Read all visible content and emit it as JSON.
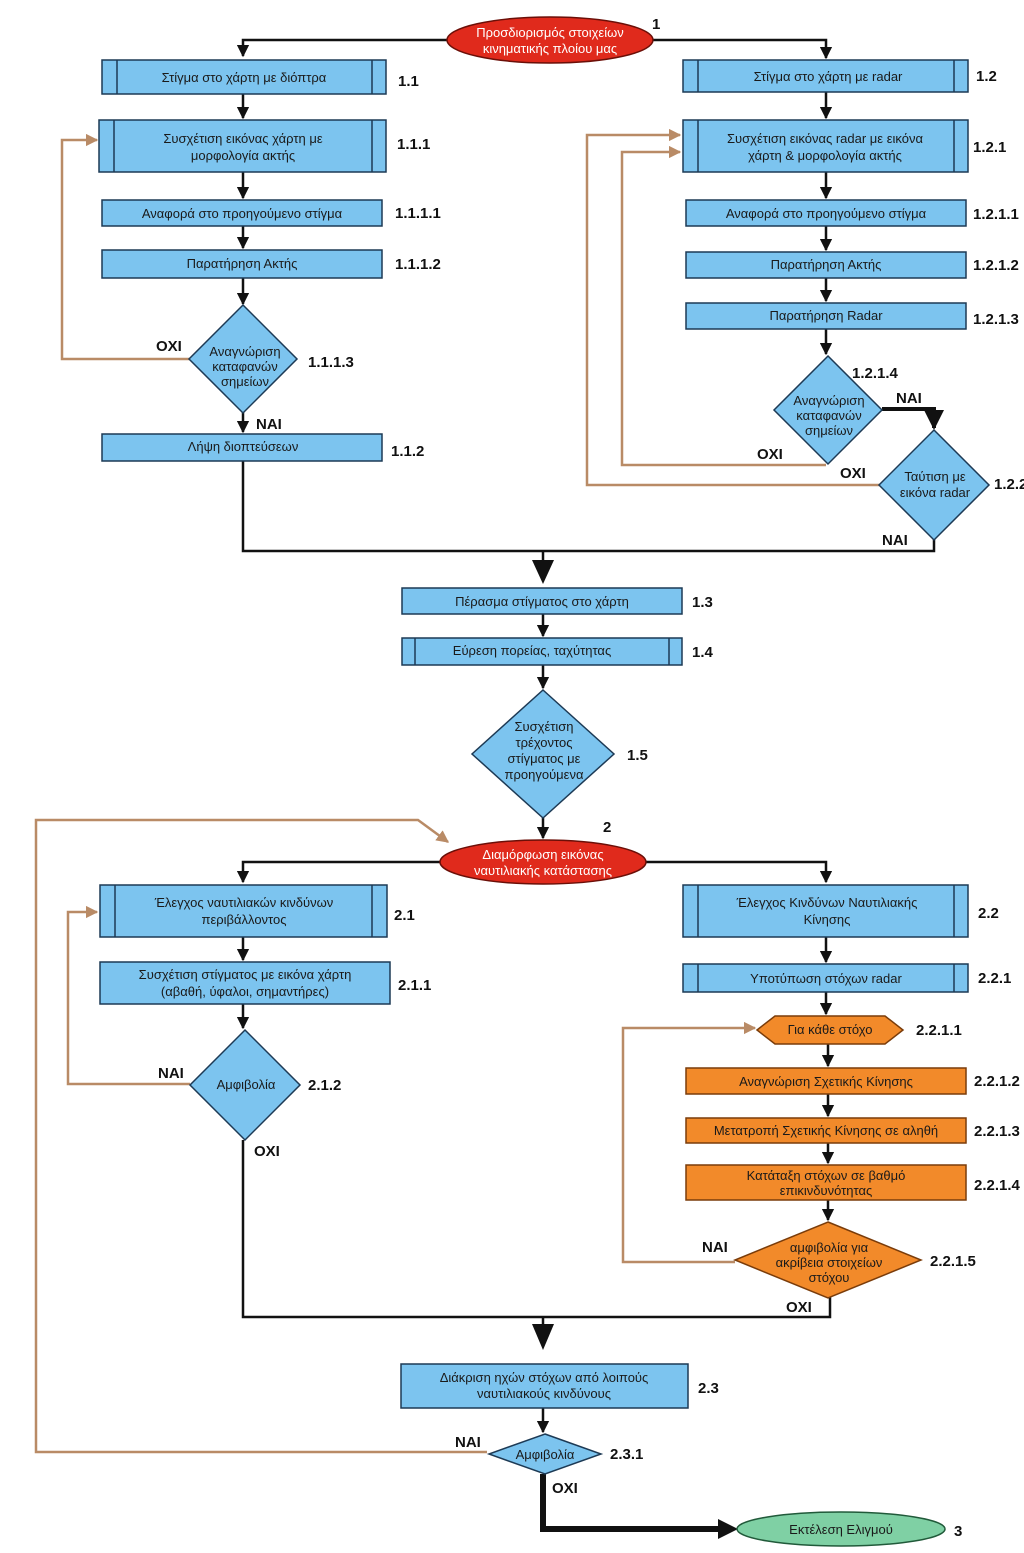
{
  "nodes": {
    "n1": {
      "lines": [
        "Προσδιορισμός στοιχείων",
        "κινηματικής πλοίου μας"
      ],
      "id": "1"
    },
    "n1_1": {
      "lines": [
        "Στίγμα στο χάρτη με διόπτρα"
      ],
      "id": "1.1"
    },
    "n1_1_1": {
      "lines": [
        "Συσχέτιση εικόνας χάρτη με",
        "μορφολογία ακτής"
      ],
      "id": "1.1.1"
    },
    "n1_1_1_1": {
      "lines": [
        "Αναφορά στο προηγούμενο στίγμα"
      ],
      "id": "1.1.1.1"
    },
    "n1_1_1_2": {
      "lines": [
        "Παρατήρηση Ακτής"
      ],
      "id": "1.1.1.2"
    },
    "n1_1_1_3": {
      "lines": [
        "Αναγνώριση",
        "καταφανών",
        "σημείων"
      ],
      "id": "1.1.1.3"
    },
    "n1_1_2": {
      "lines": [
        "Λήψη διοπτεύσεων"
      ],
      "id": "1.1.2"
    },
    "n1_2": {
      "lines": [
        "Στίγμα στο χάρτη με radar"
      ],
      "id": "1.2"
    },
    "n1_2_1": {
      "lines": [
        "Συσχέτιση εικόνας radar με εικόνα",
        "χάρτη & μορφολογία ακτής"
      ],
      "id": "1.2.1"
    },
    "n1_2_1_1": {
      "lines": [
        "Αναφορά στο προηγούμενο στίγμα"
      ],
      "id": "1.2.1.1"
    },
    "n1_2_1_2": {
      "lines": [
        "Παρατήρηση Ακτής"
      ],
      "id": "1.2.1.2"
    },
    "n1_2_1_3": {
      "lines": [
        "Παρατήρηση Radar"
      ],
      "id": "1.2.1.3"
    },
    "n1_2_1_4": {
      "lines": [
        "Αναγνώριση",
        "καταφανών",
        "σημείων"
      ],
      "id": "1.2.1.4"
    },
    "n1_2_2": {
      "lines": [
        "Ταύτιση με",
        "εικόνα radar"
      ],
      "id": "1.2.2"
    },
    "n1_3": {
      "lines": [
        "Πέρασμα στίγματος στο χάρτη"
      ],
      "id": "1.3"
    },
    "n1_4": {
      "lines": [
        "Εύρεση πορείας, ταχύτητας"
      ],
      "id": "1.4"
    },
    "n1_5": {
      "lines": [
        "Συσχέτιση",
        "τρέχοντος",
        "στίγματος με",
        "προηγούμενα"
      ],
      "id": "1.5"
    },
    "n2": {
      "lines": [
        "Διαμόρφωση εικόνας",
        "ναυτιλιακής κατάστασης"
      ],
      "id": "2"
    },
    "n2_1": {
      "lines": [
        "Έλεγχος ναυτιλιακών κινδύνων",
        "περιβάλλοντος"
      ],
      "id": "2.1"
    },
    "n2_1_1": {
      "lines": [
        "Συσχέτιση στίγματος με εικόνα χάρτη",
        "(αβαθή, ύφαλοι, σημαντήρες)"
      ],
      "id": "2.1.1"
    },
    "n2_1_2": {
      "lines": [
        "Αμφιβολία"
      ],
      "id": "2.1.2"
    },
    "n2_2": {
      "lines": [
        "Έλεγχος Κινδύνων Ναυτιλιακής",
        "Κίνησης"
      ],
      "id": "2.2"
    },
    "n2_2_1": {
      "lines": [
        "Υποτύπωση στόχων radar"
      ],
      "id": "2.2.1"
    },
    "n2_2_1_1": {
      "lines": [
        "Για κάθε στόχο"
      ],
      "id": "2.2.1.1"
    },
    "n2_2_1_2": {
      "lines": [
        "Αναγνώριση Σχετικής Κίνησης"
      ],
      "id": "2.2.1.2"
    },
    "n2_2_1_3": {
      "lines": [
        "Μετατροπή Σχετικής Κίνησης σε αληθή"
      ],
      "id": "2.2.1.3"
    },
    "n2_2_1_4": {
      "lines": [
        "Κατάταξη στόχων σε βαθμό",
        "επικινδυνότητας"
      ],
      "id": "2.2.1.4"
    },
    "n2_2_1_5": {
      "lines": [
        "αμφιβολία για",
        "ακρίβεια στοιχείων",
        "στόχου"
      ],
      "id": "2.2.1.5"
    },
    "n2_3": {
      "lines": [
        "Διάκριση ηχών στόχων από λοιπούς",
        "ναυτιλιακούς κινδύνους"
      ],
      "id": "2.3"
    },
    "n2_3_1": {
      "lines": [
        "Αμφιβολία"
      ],
      "id": "2.3.1"
    },
    "n3": {
      "lines": [
        "Εκτέλεση Ελιγμού"
      ],
      "id": "3"
    }
  },
  "labels": {
    "yes": "ΝΑΙ",
    "no": "ΟΧΙ"
  },
  "colors": {
    "process": "#7cc4ef",
    "orange": "#f28a2a",
    "terminal_red": "#e02a1c",
    "terminal_green": "#7fd0a4",
    "feedback": "#b98b66"
  }
}
